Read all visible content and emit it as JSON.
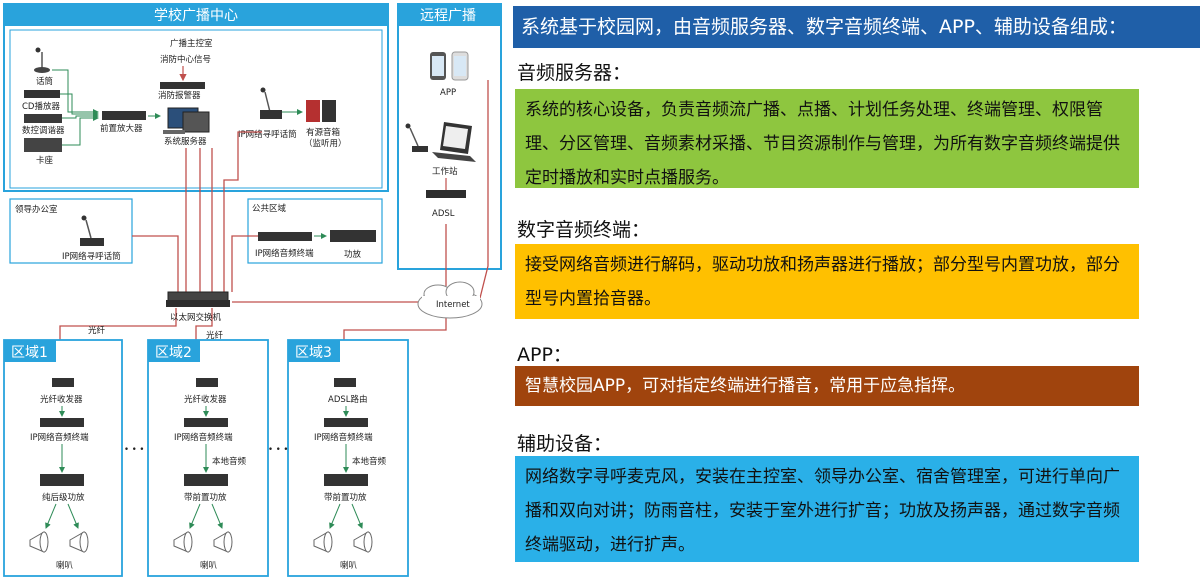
{
  "diagram": {
    "school_center": "学校广播中心",
    "remote": "远程广播",
    "main_room": "广播主控室",
    "fire_signal": "消防中心信号",
    "fire_alarm": "消防报警器",
    "mic": "话筒",
    "cd_player": "CD播放器",
    "tuner": "数控调谐器",
    "cassette": "卡座",
    "preamp": "前置放大器",
    "server": "系统服务器",
    "ip_mic": "IP网络寻呼话筒",
    "active_speaker_1": "有源音箱",
    "active_speaker_2": "（监听用）",
    "leader_office": "领导办公室",
    "leader_mic": "IP网络寻呼话筒",
    "public_area": "公共区域",
    "public_terminal": "IP网络音频终端",
    "public_amp": "功放",
    "switch": "以太网交换机",
    "internet": "Internet",
    "app": "APP",
    "workstation": "工作站",
    "adsl": "ADSL",
    "fiber_1": "光纤",
    "fiber_2": "光纤",
    "zone1": "区域1",
    "zone2": "区域2",
    "zone3": "区域3",
    "fiber_transceiver_1": "光纤收发器",
    "fiber_transceiver_2": "光纤收发器",
    "adsl_router": "ADSL路由",
    "terminal_1": "IP网络音频终端",
    "terminal_2": "IP网络音频终端",
    "terminal_3": "IP网络音频终端",
    "local_audio_2": "本地音频",
    "local_audio_3": "本地音频",
    "amp_1": "纯后级功放",
    "amp_2": "带前置功放",
    "amp_3": "带前置功放",
    "horn_1": "喇叭",
    "horn_2": "喇叭",
    "horn_3": "喇叭",
    "dots": "• • •"
  },
  "panel": {
    "title": "系统基于校园网，由音频服务器、数字音频终端、APP、辅助设备组成：",
    "sections": [
      {
        "heading": "音频服务器：",
        "text": "系统的核心设备，负责音频流广播、点播、计划任务处理、终端管理、权限管理、分区管理、音频素材采播、节目资源制作与管理，为所有数字音频终端提供定时播放和实时点播服务。"
      },
      {
        "heading": "数字音频终端：",
        "text": "接受网络音频进行解码，驱动功放和扬声器进行播放；部分型号内置功放，部分型号内置拾音器。"
      },
      {
        "heading": "APP：",
        "text": "智慧校园APP，可对指定终端进行播音，常用于应急指挥。"
      },
      {
        "heading": "辅助设备：",
        "text": "网络数字寻呼麦克风，安装在主控室、领导办公室、宿舍管理室，可进行单向广播和双向对讲；防雨音柱，安装于室外进行扩音；功放及扬声器，通过数字音频终端驱动，进行扩声。"
      }
    ]
  },
  "colors": {
    "blue_header": "#29a3dc",
    "dark_blue": "#1f5fa8",
    "green": "#8ec63f",
    "yellow": "#ffc000",
    "brown": "#a0440d",
    "cyan": "#2ab0e8",
    "line": "#c0504d",
    "arrow_green": "#2e8b57"
  }
}
